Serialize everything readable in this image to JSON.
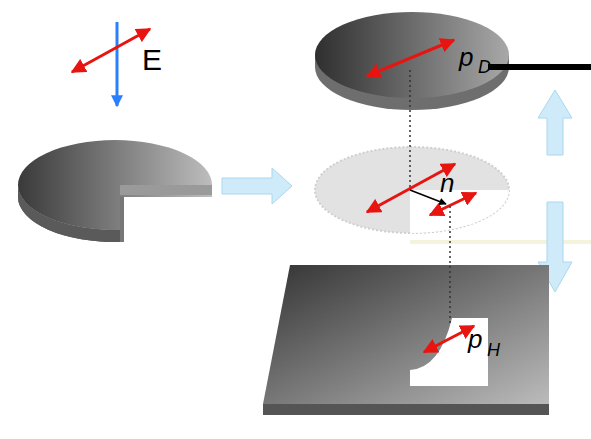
{
  "diagram": {
    "labels": [
      "E",
      "p",
      "D",
      "n",
      "p",
      "H"
    ]
  }
}
